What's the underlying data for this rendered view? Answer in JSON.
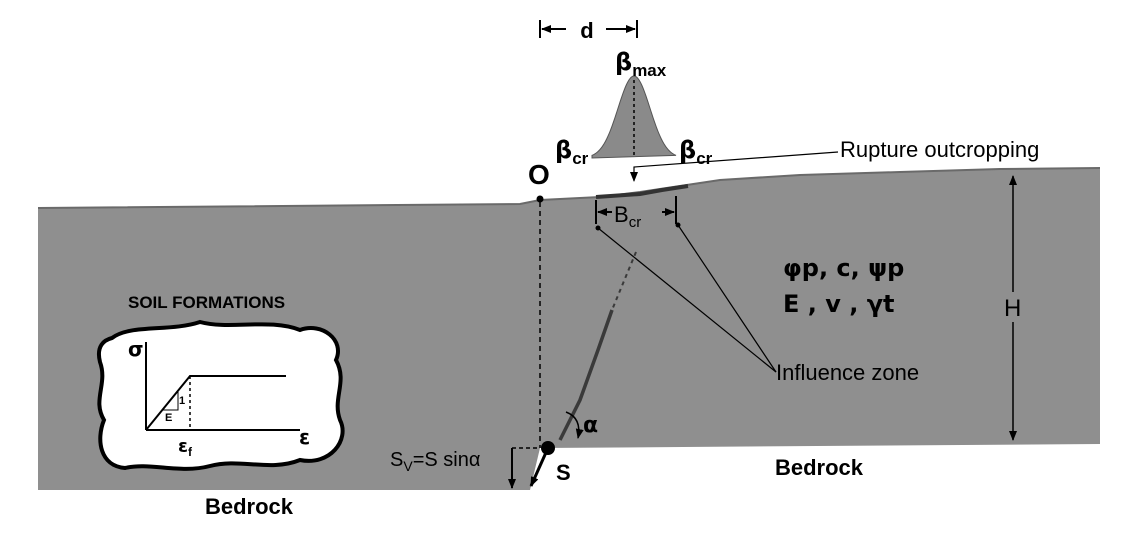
{
  "labels": {
    "d": "d",
    "beta_max_base": "β",
    "beta_max_sub": "max",
    "beta_cr_left_base": "β",
    "beta_cr_left_sub": "cr",
    "beta_cr_right_base": "β",
    "beta_cr_right_sub": "cr",
    "origin": "O",
    "rupture_outcropping": "Rupture outcropping",
    "bcr_base": "B",
    "bcr_sub": "cr",
    "params_row1": "φp,  c,  ψp",
    "params_row2": "E ,  v ,  γt",
    "height": "H",
    "influence_zone": "Influence zone",
    "alpha": "α",
    "fault_tip": "S",
    "sv_equation": "SV=S  sinα",
    "bedrock_left": "Bedrock",
    "bedrock_right": "Bedrock",
    "soil_formations": "SOIL FORMATIONS",
    "inset_sigma": "σ",
    "inset_epsilon": "ε",
    "inset_epsilon_f": "εf",
    "inset_slope_num": "1",
    "inset_slope_E": "E"
  },
  "colors": {
    "soil": "#8f8f8f",
    "soil_edge": "#6a6a6a",
    "bell": "#8a8a8a",
    "ink": "#000000",
    "inset_bg": "#ffffff"
  }
}
